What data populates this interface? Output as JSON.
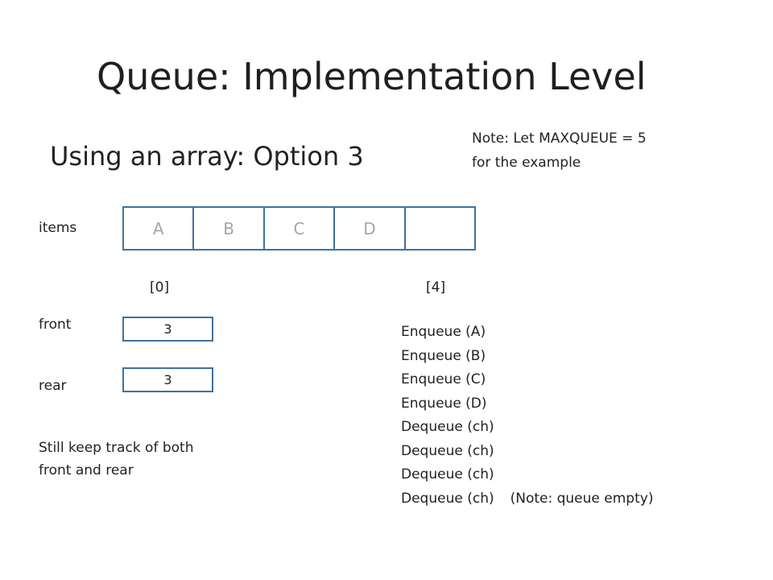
{
  "slide": {
    "title": "Queue:  Implementation Level",
    "subtitle": "Using an array:  Option 3",
    "note": {
      "line1": "Note:  Let  MAXQUEUE = 5",
      "line2": "for the example"
    },
    "labels": {
      "items": "items",
      "front": "front",
      "rear": "rear"
    },
    "items": [
      "A",
      "B",
      "C",
      "D",
      ""
    ],
    "indices": {
      "first": "[0]",
      "last": "[4]"
    },
    "front_value": "3",
    "rear_value": "3",
    "bottom_note": {
      "line1": "Still keep track of both",
      "line2": "front and rear"
    },
    "operations": [
      {
        "text": "Enqueue (A)",
        "note": ""
      },
      {
        "text": "Enqueue (B)",
        "note": ""
      },
      {
        "text": "Enqueue (C)",
        "note": ""
      },
      {
        "text": "Enqueue (D)",
        "note": ""
      },
      {
        "text": "Dequeue (ch)",
        "note": ""
      },
      {
        "text": "Dequeue (ch)",
        "note": ""
      },
      {
        "text": "Dequeue (ch)",
        "note": ""
      },
      {
        "text": "Dequeue (ch)",
        "note": "(Note:  queue empty)"
      }
    ],
    "colors": {
      "box_border": "#41719c",
      "faded_item_text": "#a6a6a6"
    }
  }
}
